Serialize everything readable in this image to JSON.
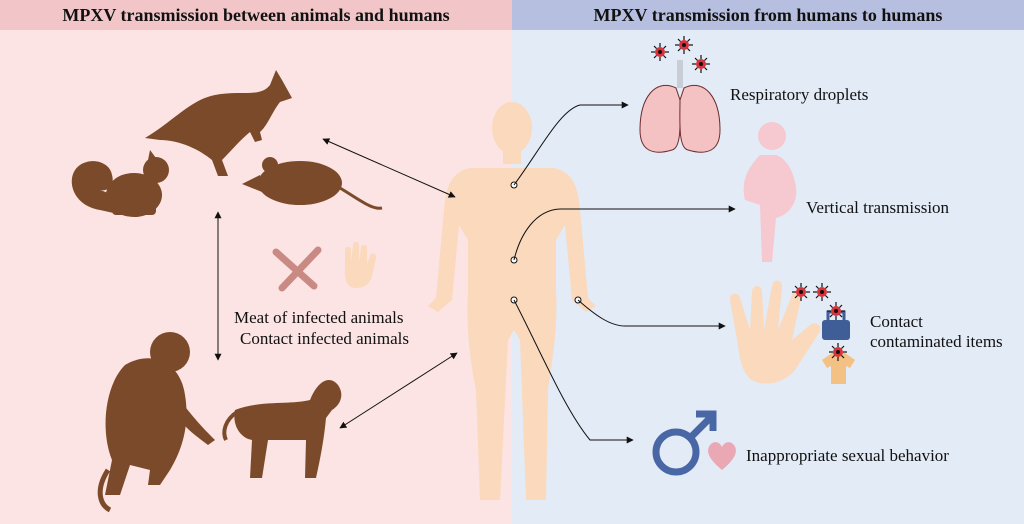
{
  "left": {
    "title": "MPXV transmission between animals and humans",
    "bg_color": "#fbe4e3",
    "header_color": "#f2c6c8",
    "meat_label": "Meat of infected animals",
    "contact_label": "Contact infected animals"
  },
  "right": {
    "title": "MPXV transmission from humans to humans",
    "bg_color": "#e3ebf6",
    "header_color": "#b7bfe0",
    "routes": {
      "respiratory": "Respiratory droplets",
      "vertical": "Vertical transmission",
      "contact_line1": "Contact",
      "contact_line2": "contaminated items",
      "sexual": "Inappropriate sexual behavior"
    }
  },
  "colors": {
    "animal": "#7b4a2a",
    "human": "#fad9bd",
    "lung": "#f5c2c4",
    "pregnant": "#f6c8d0",
    "male_symbol": "#4a67a5",
    "heart": "#eaa8b5",
    "virus": "#d9323a",
    "fork_knife": "#c98a84",
    "shirt": "#f3c183",
    "bag": "#3f5d96"
  },
  "icons": [
    "squirrel-icon",
    "kangaroo-icon",
    "rat-icon",
    "monkey-icon",
    "dog-icon",
    "fork-knife-icon",
    "hand-icon",
    "human-body-icon",
    "lungs-icon",
    "pregnant-woman-icon",
    "contact-hand-icon",
    "bag-icon",
    "shirt-icon",
    "male-symbol-icon",
    "heart-icon",
    "virus-icon"
  ]
}
